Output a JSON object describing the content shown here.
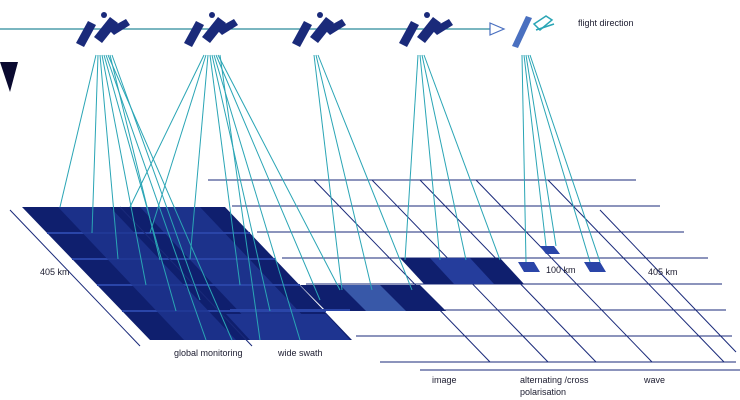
{
  "colors": {
    "satellite": "#1a2a7a",
    "orbit_line": "#2b8a9a",
    "beam": "#2aa5b5",
    "swath_dark": "#0f1f6e",
    "swath_mid": "#2a45a8",
    "grid_line": "#1a2a7a"
  },
  "header": {
    "flight_direction": "flight direction"
  },
  "labels": {
    "width_left": "405 km",
    "width_right": "405 km",
    "small_width": "100 km",
    "modes": {
      "global_monitoring": "global monitoring",
      "wide_swath": "wide swath",
      "image": "image",
      "alternating_polarisation_line1": "alternating /cross",
      "alternating_polarisation_line2": "polarisation",
      "wave": "wave"
    }
  },
  "satellites": [
    {
      "icon": "satellite-icon",
      "mode": "global monitoring"
    },
    {
      "icon": "satellite-icon",
      "mode": "wide swath"
    },
    {
      "icon": "satellite-icon",
      "mode": "image"
    },
    {
      "icon": "satellite-icon",
      "mode": "alternating polarisation"
    },
    {
      "icon": "satellite-icon",
      "mode": "wave"
    }
  ]
}
